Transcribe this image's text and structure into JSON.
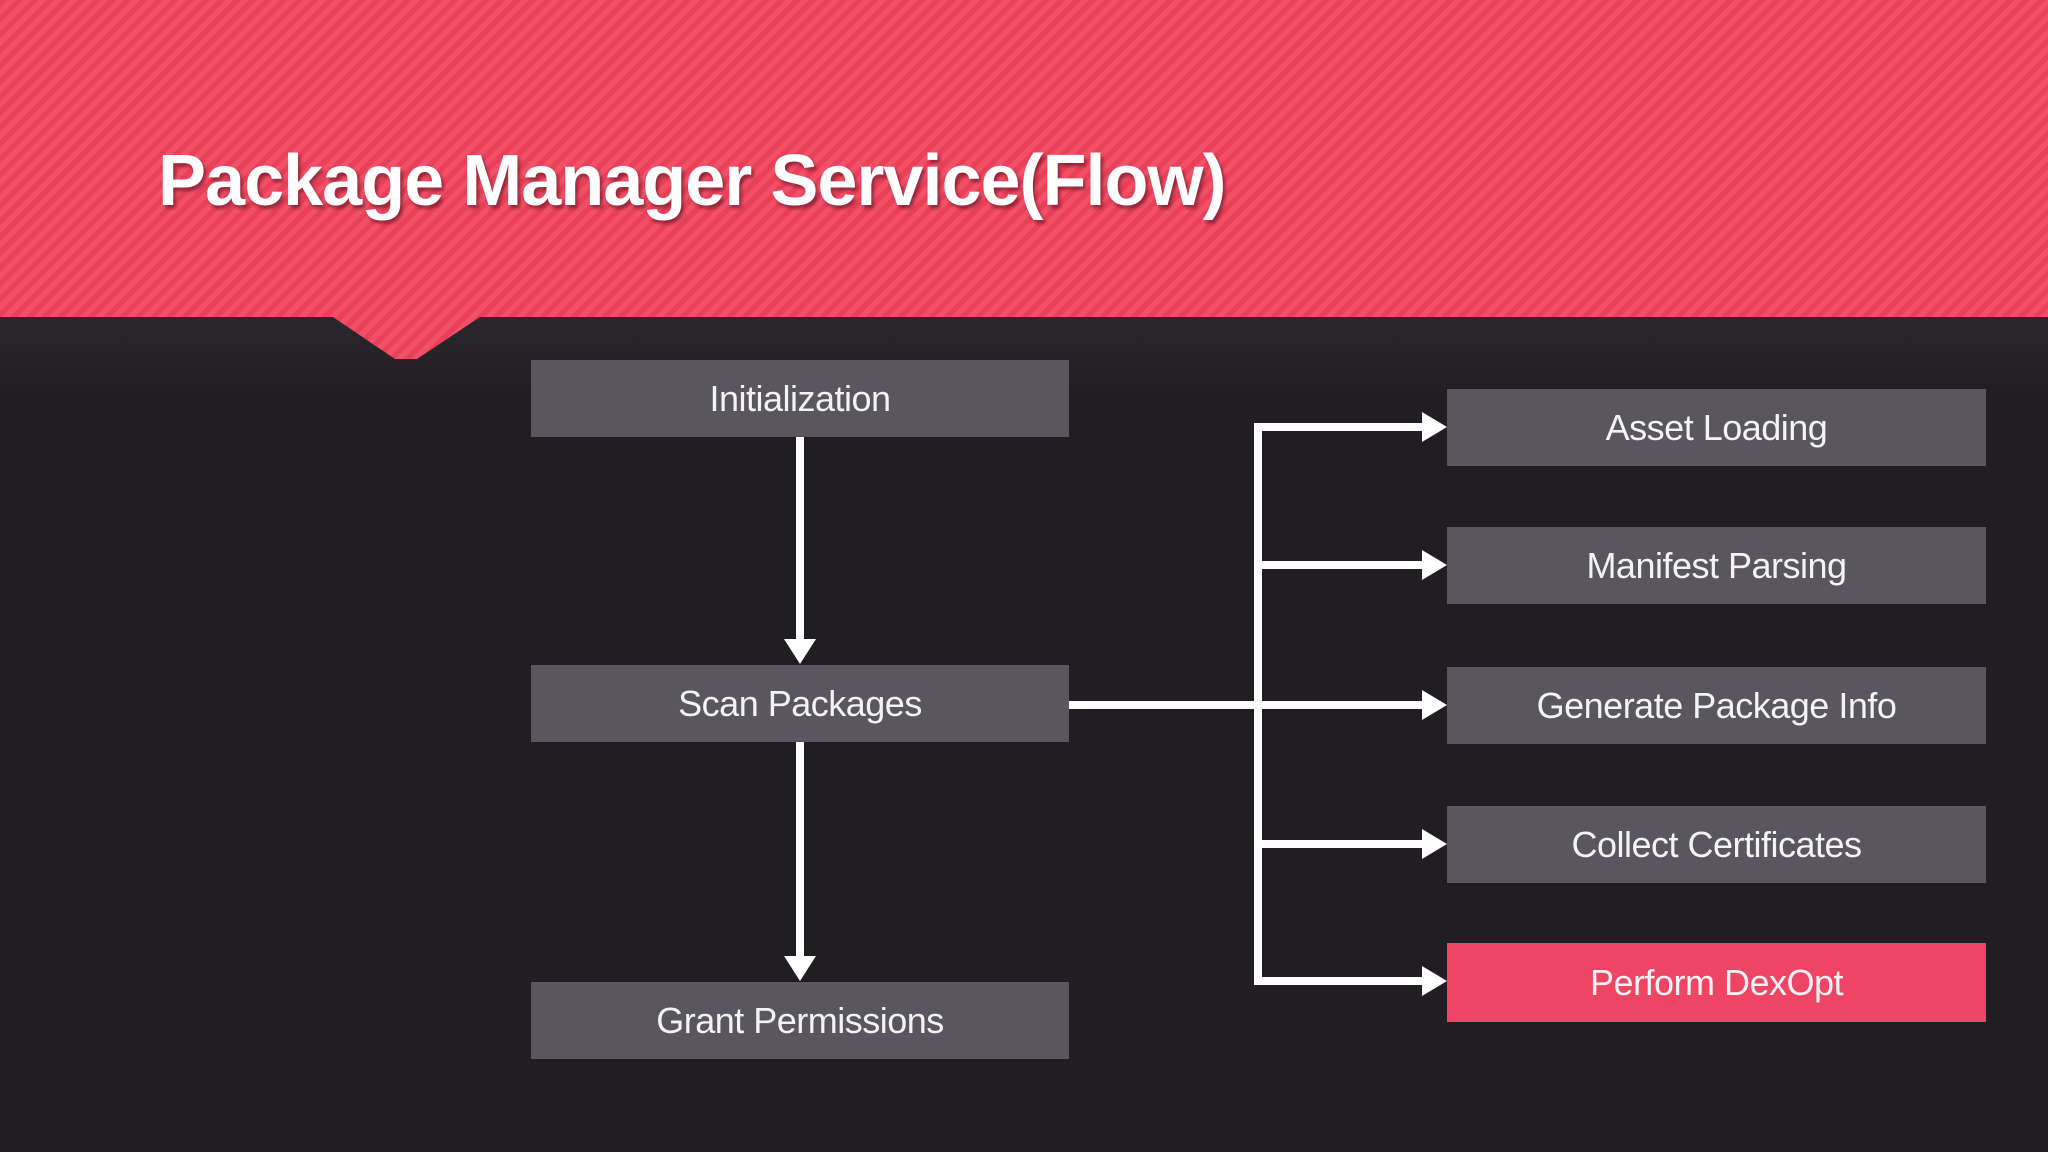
{
  "slide": {
    "title": "Package Manager Service(Flow)"
  },
  "flow": {
    "main_nodes": [
      {
        "label": "Initialization"
      },
      {
        "label": "Scan Packages"
      },
      {
        "label": "Grant Permissions"
      }
    ],
    "branch_nodes": [
      {
        "label": "Asset Loading",
        "highlighted": false
      },
      {
        "label": "Manifest Parsing",
        "highlighted": false
      },
      {
        "label": "Generate Package Info",
        "highlighted": false
      },
      {
        "label": "Collect Certificates",
        "highlighted": false
      },
      {
        "label": "Perform DexOpt",
        "highlighted": true
      }
    ],
    "edges": [
      {
        "from": "Initialization",
        "to": "Scan Packages"
      },
      {
        "from": "Scan Packages",
        "to": "Grant Permissions"
      },
      {
        "from": "Scan Packages",
        "to": "Asset Loading"
      },
      {
        "from": "Scan Packages",
        "to": "Manifest Parsing"
      },
      {
        "from": "Scan Packages",
        "to": "Generate Package Info"
      },
      {
        "from": "Scan Packages",
        "to": "Collect Certificates"
      },
      {
        "from": "Scan Packages",
        "to": "Perform DexOpt"
      }
    ]
  },
  "colors": {
    "banner_stripe_dark": "#e94059",
    "banner_stripe_light": "#f25067",
    "highlight_node_fill": "#ee4565",
    "node_fill": "#59575d",
    "background": "#201e23",
    "connector": "#ffffff",
    "node_text": "#f3f2f4",
    "title_text": "#ffffff"
  }
}
